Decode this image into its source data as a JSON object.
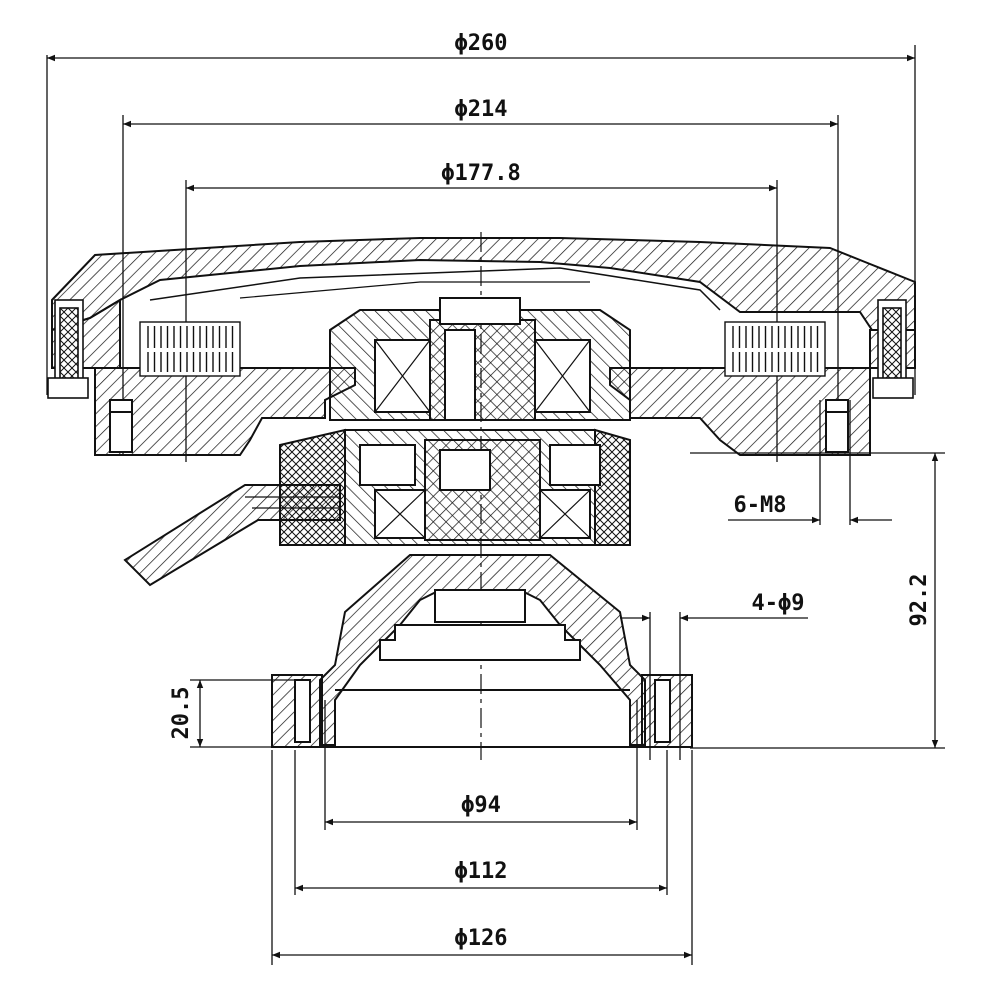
{
  "dimensions": {
    "d260": "ϕ260",
    "d214": "ϕ214",
    "d177": "ϕ177.8",
    "m8": "6-M8",
    "h92": "92.2",
    "phi9": "4-ϕ9",
    "h20": "20.5",
    "d94": "ϕ94",
    "d112": "ϕ112",
    "d126": "ϕ126"
  },
  "colors": {
    "line": "#111111",
    "background": "#ffffff"
  }
}
